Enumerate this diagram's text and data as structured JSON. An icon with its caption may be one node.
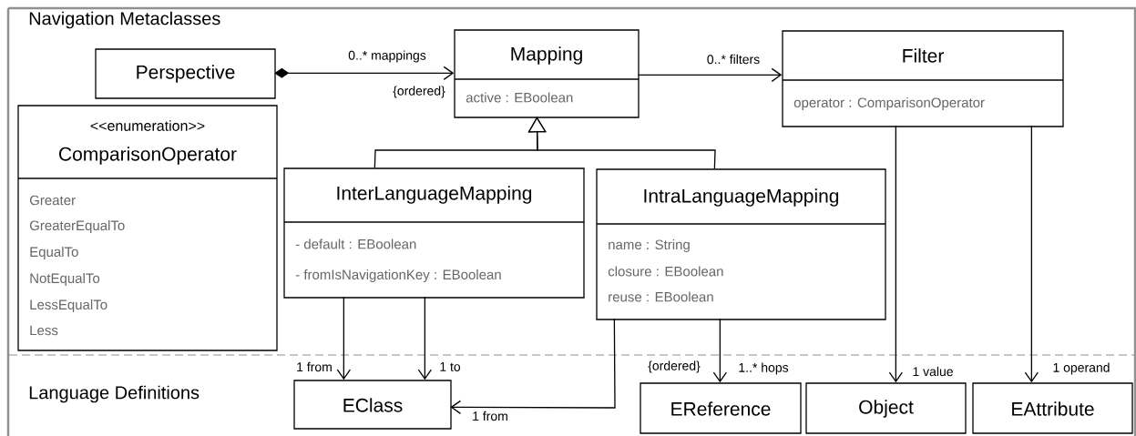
{
  "diagram": {
    "nodes": [
      {
        "text": [
          "Perspective"
        ]
      },
      {
        "text": [
          "Mapping",
          "active : EBoolean"
        ]
      },
      {
        "text": [
          "Filter",
          "operator : ComparisonOperator"
        ]
      },
      {
        "text": [
          "<<enumeration>>",
          "ComparisonOperator",
          "Greater",
          "GreaterEqualTo",
          "EqualTo",
          "NotEqualTo",
          "LessEqualTo",
          "Less"
        ]
      },
      {
        "text": [
          "InterLanguageMapping",
          "- default : EBoolean",
          "- fromIsNavigationKey : EBoolean"
        ]
      },
      {
        "text": [
          "IntraLanguageMapping",
          "name : String",
          "closure : EBoolean",
          "reuse : EBoolean"
        ]
      },
      {
        "text": [
          "EClass"
        ]
      },
      {
        "text": [
          "EReference"
        ]
      },
      {
        "text": [
          "Object"
        ]
      },
      {
        "text": [
          "EAttribute"
        ]
      }
    ],
    "edges": [
      {
        "from": 0,
        "to": 1,
        "arrow": "to",
        "label": "0..* mappings"
      },
      {
        "from": 1,
        "to": 2,
        "arrow": "to",
        "label": "0..* filters"
      },
      {
        "from": 4,
        "to": 1,
        "arrow": "to"
      },
      {
        "from": 5,
        "to": 1,
        "arrow": "to"
      },
      {
        "from": 4,
        "to": 6,
        "arrow": "to",
        "label": "1 from"
      },
      {
        "from": 4,
        "to": 6,
        "arrow": "to",
        "label": "1 to"
      },
      {
        "from": 5,
        "to": 6,
        "arrow": "to",
        "label": "1 from"
      },
      {
        "from": 5,
        "to": 7,
        "arrow": "to",
        "label": "1..* hops"
      },
      {
        "from": 2,
        "to": 8,
        "arrow": "to",
        "label": "1 value"
      },
      {
        "from": 2,
        "to": 9,
        "arrow": "to",
        "label": "1 operand"
      }
    ],
    "labels": [
      "Navigation Metaclasses",
      "{ordered}",
      "{ordered}",
      "Language Definitions"
    ]
  }
}
